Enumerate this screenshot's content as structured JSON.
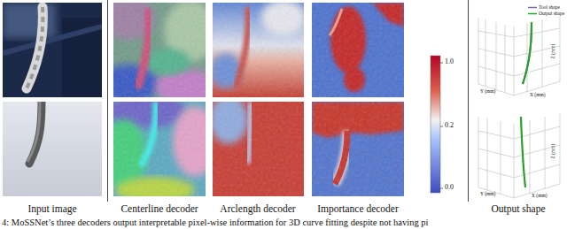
{
  "diagram": {
    "caption": "4: MoSSNet’s three decoders output interpretable pixel-wise information for 3D curve fitting despite not having pi",
    "labels": [
      "Input image",
      "Centerline decoder",
      "Arclength decoder",
      "Importance decoder",
      "Output shape",
      "1.0",
      "0.2",
      "0.0",
      "Y (mm)",
      "X (mm)",
      "Z (mm)",
      "Y (mm)",
      "X (mm)",
      "Z (mm)"
    ],
    "legend": [
      {
        "text": "Tool shape"
      },
      {
        "text": "Output shape"
      }
    ]
  }
}
